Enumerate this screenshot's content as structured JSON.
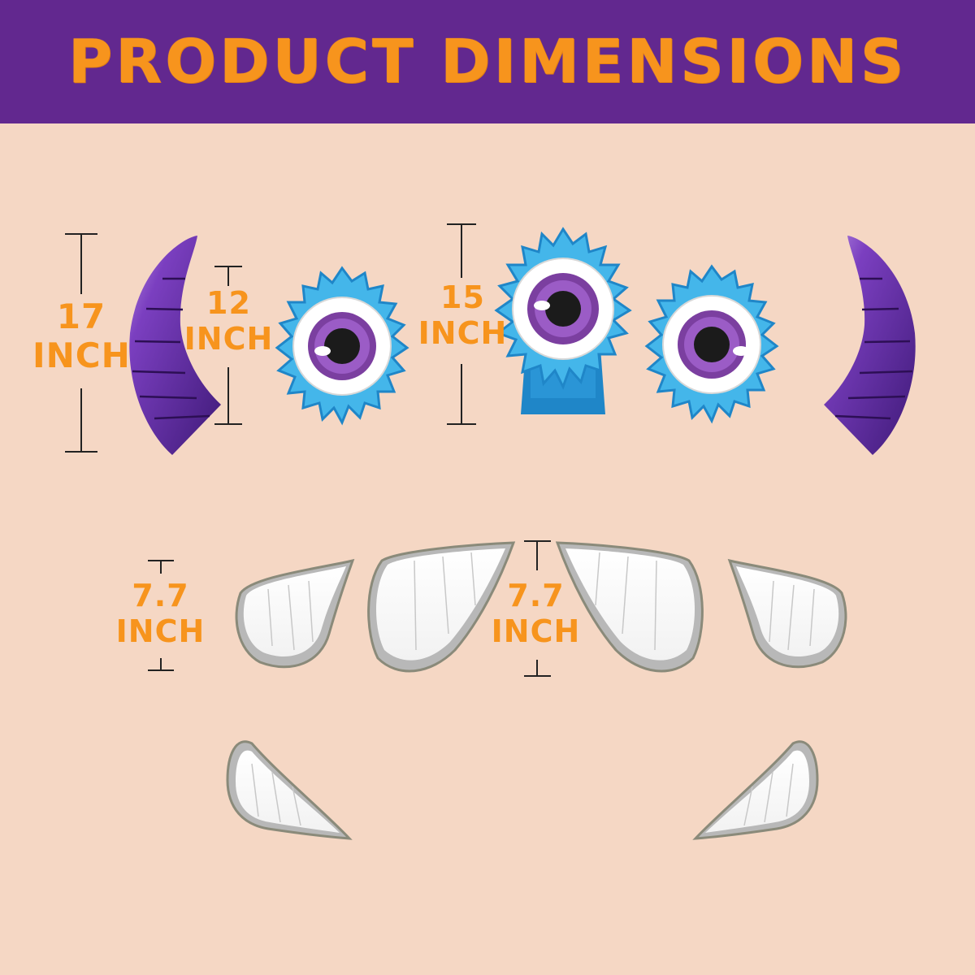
{
  "header": {
    "title": "PRODUCT DIMENSIONS"
  },
  "dimensions": [
    {
      "value": "17",
      "unit": "INCH"
    },
    {
      "value": "12",
      "unit": "INCH"
    },
    {
      "value": "15",
      "unit": "INCH"
    },
    {
      "value": "7.7",
      "unit": "INCH"
    },
    {
      "value": "7.7",
      "unit": "INCH"
    }
  ],
  "colors": {
    "banner": "#62288f",
    "accent": "#f7941d",
    "background": "#f5d7c4",
    "horn": "#5b2a8f",
    "eye_ring": "#3fa9e0",
    "iris": "#7b3fa0"
  }
}
